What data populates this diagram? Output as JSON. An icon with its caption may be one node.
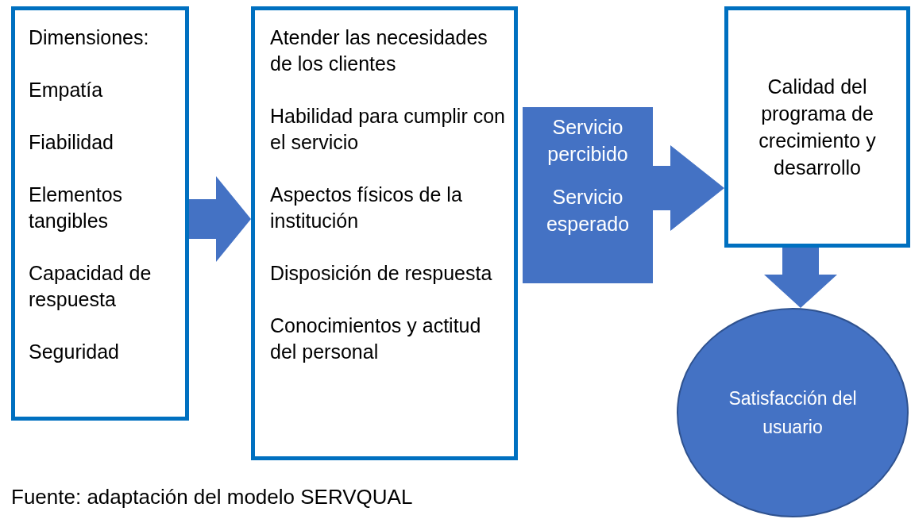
{
  "diagram": {
    "caption": "Fuente: adaptación del modelo SERVQUAL",
    "nodes": [
      {
        "text": [
          "Dimensiones:",
          "Empatía",
          "Fiabilidad",
          "Elementos tangibles",
          "Capacidad de respuesta",
          "Seguridad"
        ]
      },
      {
        "text": [
          "Atender las necesidades de los clientes",
          "Habilidad para cumplir con el servicio",
          "Aspectos físicos de la institución",
          "Disposición de respuesta",
          "Conocimientos y actitud del personal"
        ]
      },
      {
        "text": [
          "Servicio percibido",
          "Servicio esperado"
        ]
      },
      {
        "text": [
          "Calidad del programa de crecimiento y desarrollo"
        ]
      },
      {
        "text": [
          "Satisfacción del usuario"
        ]
      }
    ],
    "edges": [
      {
        "from": 0,
        "to": 1,
        "arrow": "to"
      },
      {
        "from": 2,
        "to": 3,
        "arrow": "to"
      },
      {
        "from": 3,
        "to": 4,
        "arrow": "to"
      }
    ]
  }
}
